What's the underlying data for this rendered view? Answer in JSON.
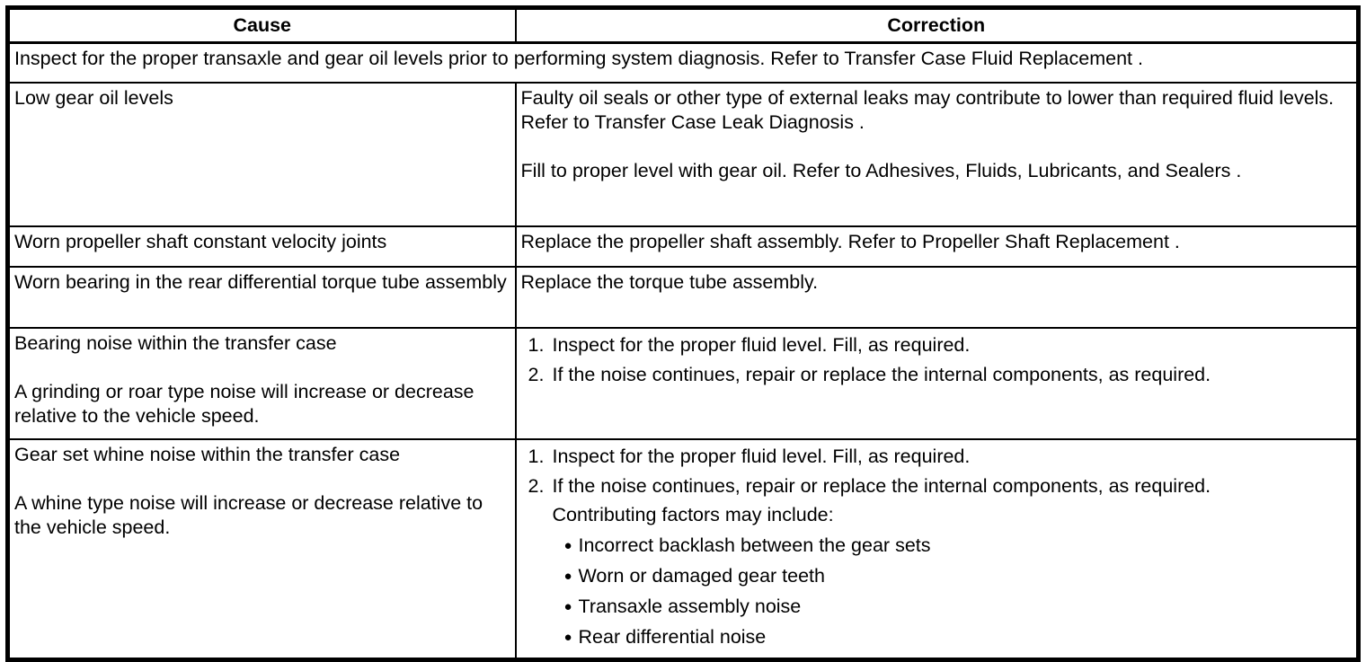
{
  "colors": {
    "text": "#000000",
    "border": "#000000",
    "background": "#ffffff"
  },
  "table": {
    "bullet_glyph": "●",
    "headers": {
      "cause": "Cause",
      "correction": "Correction"
    },
    "intro": "Inspect for the proper transaxle and gear oil levels prior to performing system diagnosis. Refer to Transfer Case Fluid Replacement .",
    "rows": [
      {
        "cause": [
          "Low gear oil levels"
        ],
        "correction_paragraphs": [
          "Faulty oil seals or other type of external leaks may contribute to lower than required fluid levels. Refer to Transfer Case Leak Diagnosis .",
          "Fill to proper level with gear oil. Refer to Adhesives, Fluids, Lubricants, and Sealers ."
        ]
      },
      {
        "cause": [
          "Worn propeller shaft constant velocity joints"
        ],
        "correction_paragraphs": [
          "Replace the propeller shaft assembly. Refer to Propeller Shaft Replacement ."
        ]
      },
      {
        "cause": [
          "Worn bearing in the rear differential torque tube assembly"
        ],
        "correction_paragraphs": [
          "Replace the torque tube assembly."
        ]
      },
      {
        "cause": [
          "Bearing noise within the transfer case",
          "A grinding or roar type noise will increase or decrease relative to the vehicle speed."
        ],
        "correction_steps": [
          {
            "num": "1.",
            "text": "Inspect for the proper fluid level. Fill, as required."
          },
          {
            "num": "2.",
            "text": "If the noise continues, repair or replace the internal components, as required."
          }
        ]
      },
      {
        "cause": [
          "Gear set whine noise within the transfer case",
          "A whine type noise will increase or decrease relative to the vehicle speed."
        ],
        "correction_steps": [
          {
            "num": "1.",
            "text": "Inspect for the proper fluid level. Fill, as required."
          },
          {
            "num": "2.",
            "text": "If the noise continues, repair or replace the internal components, as required.",
            "note": "Contributing factors may include:",
            "bullets": [
              "Incorrect backlash between the gear sets",
              "Worn or damaged gear teeth",
              "Transaxle assembly noise",
              "Rear differential noise"
            ]
          }
        ]
      }
    ]
  }
}
